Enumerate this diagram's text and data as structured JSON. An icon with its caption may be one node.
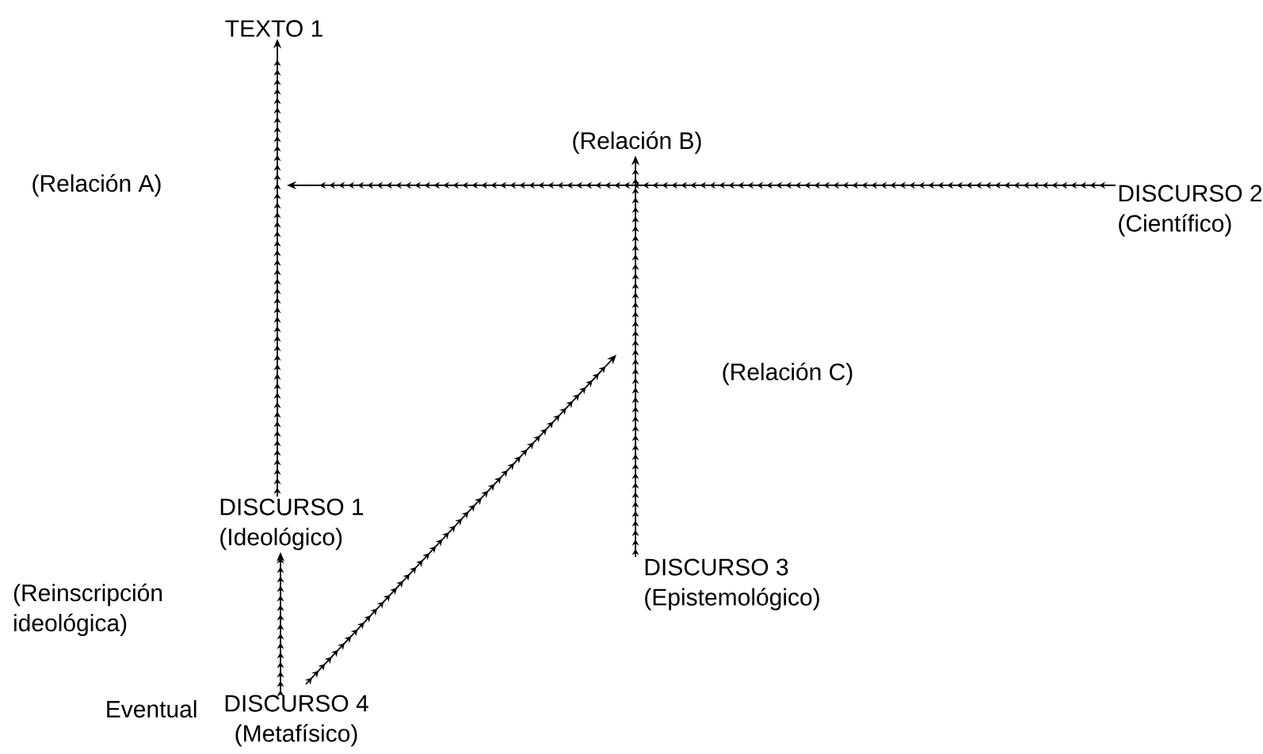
{
  "diagram": {
    "nodes": [
      {
        "text": [
          "TEXTO 1"
        ]
      },
      {
        "text": [
          "DISCURSO 1",
          "(Ideológico)"
        ]
      },
      {
        "text": [
          "DISCURSO 2",
          "(Científico)"
        ]
      },
      {
        "text": [
          "DISCURSO 3",
          "(Epistemológico)"
        ]
      },
      {
        "text": [
          "DISCURSO 4",
          "(Metafísico)"
        ],
        "beside": [
          "Eventual"
        ]
      },
      {
        "text": [
          "(Relación B)"
        ]
      }
    ],
    "edges": [
      {
        "from": 1,
        "to": 0,
        "arrow": "to"
      },
      {
        "from": 2,
        "to": null,
        "arrow": "to"
      },
      {
        "from": 3,
        "to": 5,
        "arrow": "to"
      },
      {
        "from": 4,
        "to": 1,
        "arrow": "to"
      },
      {
        "from": 4,
        "to": null,
        "arrow": "to"
      }
    ],
    "labels": [
      "(Relación A)",
      "(Relación C)",
      "(Reinscripción ideológica)"
    ]
  }
}
